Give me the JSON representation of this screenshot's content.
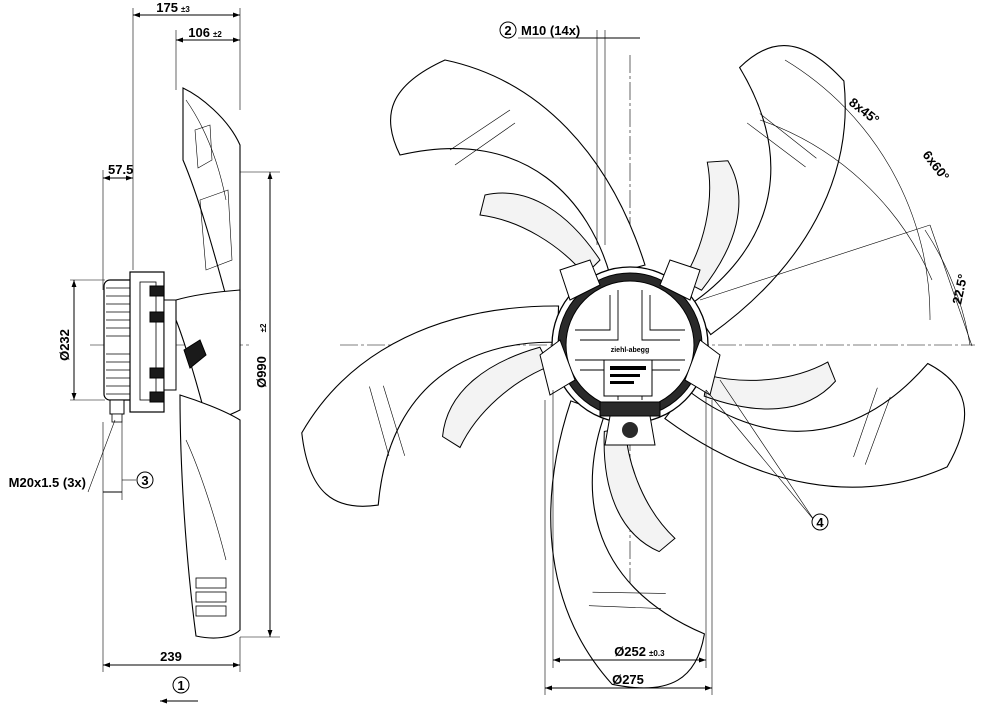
{
  "side_view": {
    "dims": {
      "overall_depth": "175",
      "overall_depth_tol": "±3",
      "blade_depth": "106",
      "blade_depth_tol": "±2",
      "motor_offset": "57.5",
      "motor_diameter": "Ø232",
      "fan_diameter": "Ø990",
      "fan_diameter_tol": "±2",
      "cable_gland": "M20x1.5 (3x)",
      "overall_length": "239"
    },
    "callouts": {
      "gland_ref": "3",
      "airflow_ref": "1"
    }
  },
  "front_view": {
    "dims": {
      "mount_thread": "M10 (14x)",
      "angle_1": "8x45°",
      "angle_2": "6x60°",
      "angle_3": "22.5°",
      "bolt_circle": "Ø252",
      "bolt_circle_tol": "±0.3",
      "hub_diameter": "Ø275"
    },
    "callouts": {
      "thread_ref": "2",
      "hub_ref": "4"
    },
    "hub_brand": "ziehl-abegg"
  }
}
